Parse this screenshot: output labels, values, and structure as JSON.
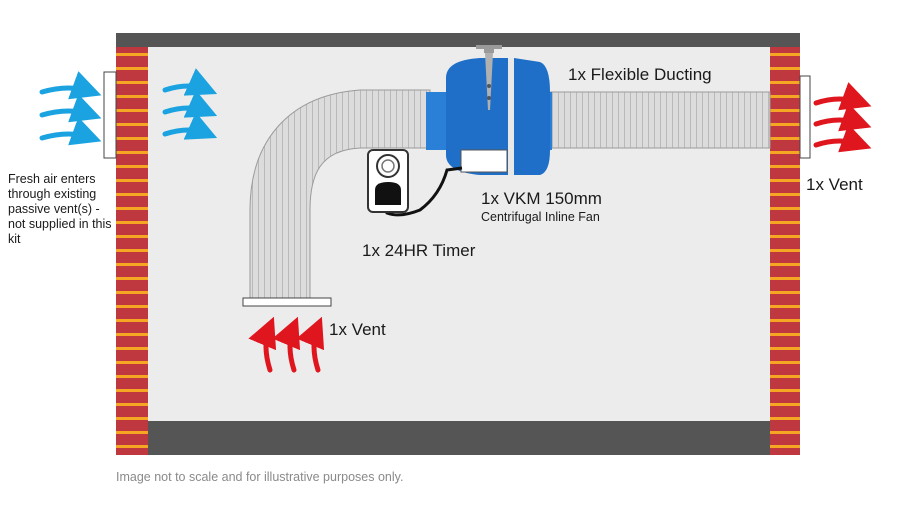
{
  "labels": {
    "ducting": "1x Flexible Ducting",
    "vent_right": "1x Vent",
    "fan_title": "1x VKM 150mm",
    "fan_subtitle": "Centrifugal Inline Fan",
    "timer": "1x 24HR Timer",
    "vent_bottom": "1x Vent",
    "fresh_air": "Fresh air enters through existing passive vent(s) - not supplied in this kit"
  },
  "footnote": "Image not to scale and for illustrative purposes only.",
  "colors": {
    "brick": "#c0383f",
    "mortar": "#f5a623",
    "slab": "#555555",
    "room": "#ececec",
    "duct": "#dcdcdc",
    "fan": "#1f6fc8",
    "fresh_air_arrows": "#1aa3e0",
    "exhaust_arrows": "#e0161e"
  },
  "icons": {
    "fresh_air": "arrow-right-icon",
    "exhaust": "arrow-right-icon",
    "intake": "arrow-up-icon",
    "timer": "timer-icon",
    "fan": "fan-icon"
  }
}
